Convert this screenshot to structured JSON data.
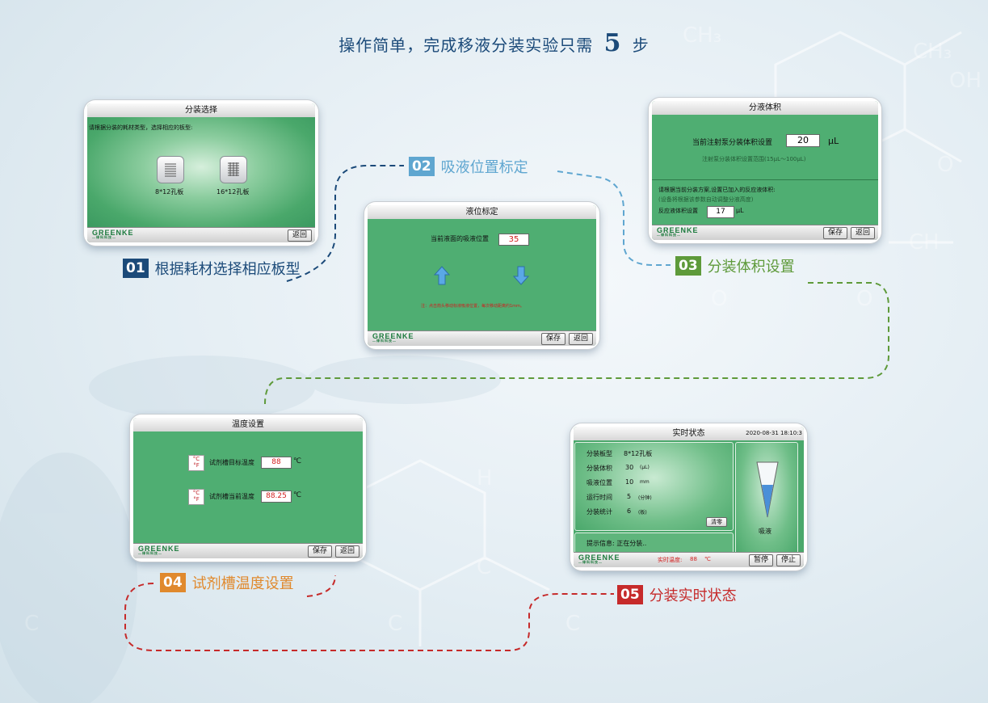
{
  "headline": {
    "text_before": "操作简单，完成移液分装实验只需",
    "count": "5",
    "unit": "步"
  },
  "colors": {
    "step1": "#1b4a79",
    "step2": "#5fa6d0",
    "step3": "#5e9a3a",
    "step4": "#e0892d",
    "step5": "#c62a2a",
    "screen_green": "#3f9e63"
  },
  "steps": [
    {
      "num": "01",
      "label": "根据耗材选择相应板型"
    },
    {
      "num": "02",
      "label": "吸液位置标定"
    },
    {
      "num": "03",
      "label": "分装体积设置"
    },
    {
      "num": "04",
      "label": "试剂槽温度设置"
    },
    {
      "num": "05",
      "label": "分装实时状态"
    }
  ],
  "logo": {
    "brand": "GREENKE",
    "sub": "—绿科科技—"
  },
  "screen1": {
    "title": "分装选择",
    "instruction": "请根据分装的耗材类型，选择相应的板型:",
    "options": [
      {
        "label": "8*12孔板",
        "icon": "plate-8x12-icon"
      },
      {
        "label": "16*12孔板",
        "icon": "plate-16x12-icon"
      }
    ],
    "back": "返回"
  },
  "screen2": {
    "title": "液位标定",
    "prompt": "当前液面的吸液位置",
    "value": "35",
    "hint": "注：点击箭头移动标液吸液位置，每次移动距离约1mm。",
    "save": "保存",
    "back": "返回"
  },
  "screen3": {
    "title": "分液体积",
    "prompt": "当前注射泵分装体积设置",
    "value": "20",
    "unit": "μL",
    "range": "注射泵分装体积设置范围(15μL～100μL)",
    "note1": "请根据当前分装方案,设置已加入的反应液体积:",
    "note2": "(设备将根据该参数自动调整分液高度)",
    "reaction_label": "反应液体积设置",
    "reaction_value": "17",
    "reaction_unit": "μL",
    "save": "保存",
    "back": "返回"
  },
  "screen4": {
    "title": "温度设置",
    "target_label": "试剂槽目标温度",
    "target_value": "88",
    "current_label": "试剂槽当前温度",
    "current_value": "88.25",
    "unit": "℃",
    "thermo_icon": "°C\n°F",
    "save": "保存",
    "back": "返回"
  },
  "screen5": {
    "title": "实时状态",
    "datetime": "2020-08-31 18:10:3",
    "rows": [
      {
        "label": "分装板型",
        "value": "8*12孔板",
        "unit": ""
      },
      {
        "label": "分装体积",
        "value": "30",
        "unit": "(μL)"
      },
      {
        "label": "吸液位置",
        "value": "10",
        "unit": "mm"
      },
      {
        "label": "运行时间",
        "value": "5",
        "unit": "(分钟)"
      },
      {
        "label": "分装统计",
        "value": "6",
        "unit": "(板)"
      }
    ],
    "clear": "清零",
    "status_label": "吸液",
    "tip": "提示信息: 正在分装..",
    "temp_label": "实时温度:",
    "temp_value": "88",
    "temp_unit": "℃",
    "pause": "暂停",
    "stop": "停止"
  }
}
